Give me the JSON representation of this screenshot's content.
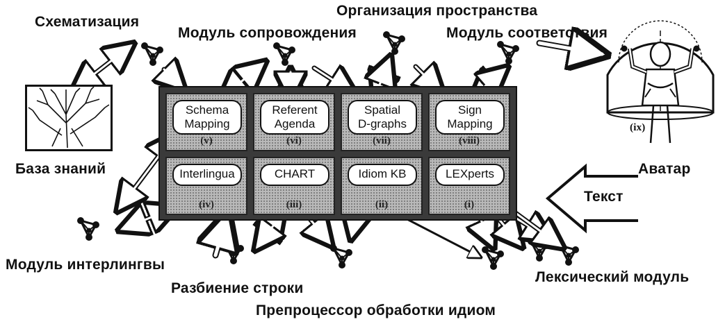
{
  "labels": {
    "schematization": "Схематизация",
    "tracking_module": "Модуль сопровождения",
    "space_organization": "Организация пространства",
    "correspondence_module": "Модуль соответствия",
    "knowledge_base": "База знаний",
    "avatar": "Аватар",
    "text": "Текст",
    "interlingua_module": "Модуль интерлингвы",
    "string_splitting": "Разбиение строки",
    "lexical_module": "Лексический модуль",
    "idiom_preprocessor": "Препроцессор обработки идиом"
  },
  "modules": [
    {
      "line1": "Schema",
      "line2": "Mapping",
      "numeral": "(v)"
    },
    {
      "line1": "Referent",
      "line2": "Agenda",
      "numeral": "(vi)"
    },
    {
      "line1": "Spatial",
      "line2": "D-graphs",
      "numeral": "(vii)"
    },
    {
      "line1": "Sign",
      "line2": "Mapping",
      "numeral": "(viii)"
    },
    {
      "line1": "Interlingua",
      "line2": "",
      "numeral": "(iv)"
    },
    {
      "line1": "CHART",
      "line2": "",
      "numeral": "(iii)"
    },
    {
      "line1": "Idiom KB",
      "line2": "",
      "numeral": "(ii)"
    },
    {
      "line1": "LEXperts",
      "line2": "",
      "numeral": "(i)"
    }
  ],
  "avatar_numeral": "(ix)",
  "colors": {
    "ink": "#111111",
    "cell_fill": "#b9b9b9",
    "board": "#3a3a3a",
    "background": "#ffffff"
  }
}
